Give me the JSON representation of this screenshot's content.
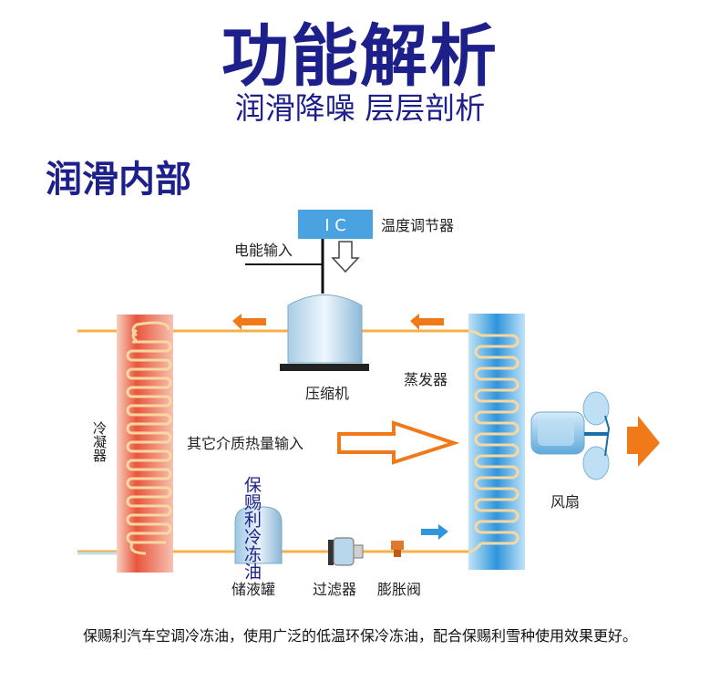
{
  "header": {
    "title": "功能解析",
    "subtitle": "润滑降噪 层层剖析",
    "section_title": "润滑内部"
  },
  "diagram": {
    "ic_label": "I C",
    "thermostat_label": "温度调节器",
    "power_input_label": "电能输入",
    "compressor_label": "压缩机",
    "evaporator_label": "蒸发器",
    "condenser_label": "冷凝器",
    "heat_input_label": "其它介质热量输入",
    "fan_label": "风扇",
    "receiver_label": "储液罐",
    "receiver_overlay": "保赐利冷冻油",
    "filter_label": "过滤器",
    "valve_label": "膨胀阀"
  },
  "footer": {
    "caption": "保赐利汽车空调冷冻油，使用广泛的低温环保冷冻油，配合保赐利雪种使用效果更好。"
  },
  "colors": {
    "title": "#1d1f8a",
    "pipe": "#f5a623",
    "arrow": "#f07a1a",
    "condenser": "#e23a2a",
    "evaporator": "#3aa0e0"
  }
}
